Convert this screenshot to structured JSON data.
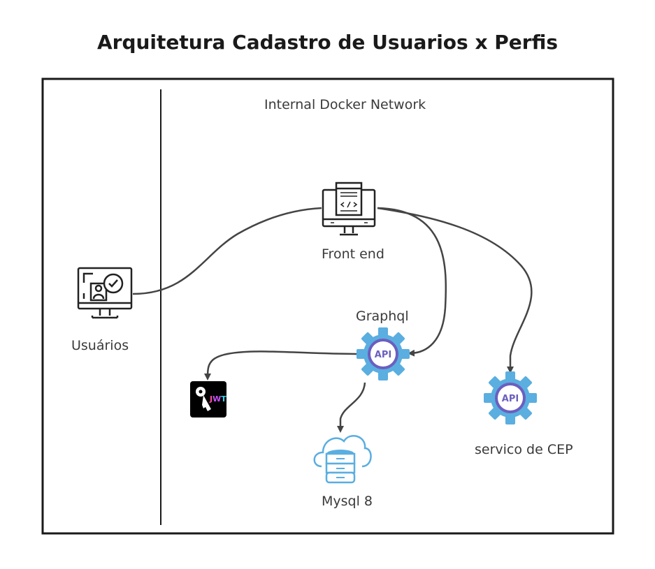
{
  "title": "Arquitetura Cadastro de Usuarios x Perfis",
  "network_label": "Internal Docker Network",
  "nodes": {
    "usuarios": {
      "label": "Usuários",
      "icon": "user-monitor-icon"
    },
    "frontend": {
      "label": "Front end",
      "icon": "code-monitor-icon"
    },
    "graphql": {
      "label": "Graphql",
      "icon": "api-gear-icon",
      "badge": "API"
    },
    "jwt": {
      "label": "JWT",
      "icon": "jwt-key-icon"
    },
    "mysql": {
      "label": "Mysql 8",
      "icon": "cloud-database-icon"
    },
    "cep": {
      "label": "servico de CEP",
      "icon": "api-gear-icon",
      "badge": "API"
    }
  },
  "connections": [
    {
      "from": "usuarios",
      "to": "frontend"
    },
    {
      "from": "frontend",
      "to": "graphql"
    },
    {
      "from": "frontend",
      "to": "cep"
    },
    {
      "from": "graphql",
      "to": "jwt"
    },
    {
      "from": "graphql",
      "to": "mysql"
    }
  ],
  "colors": {
    "gear": "#5aaee0",
    "gear_inner": "#6b5fbf",
    "api_text": "#6b5fbf",
    "cloud": "#5aaee0",
    "db": "#5aaee0",
    "jwt_bg": "#000000",
    "jwt_j": "#ff4fa0",
    "jwt_w": "#c84fff",
    "jwt_t": "#2fd5f0",
    "line": "#444444"
  }
}
